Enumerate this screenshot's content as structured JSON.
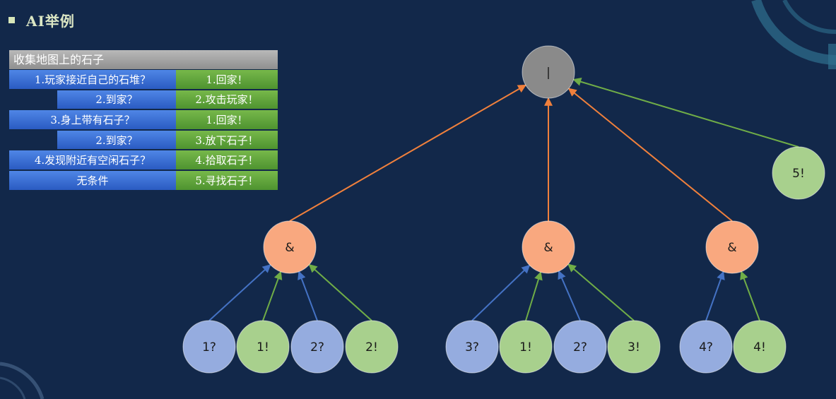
{
  "title": "AI举例",
  "rule_table": {
    "header": "收集地图上的石子",
    "rows": [
      {
        "condition": "1.玩家接近自己的石堆？",
        "action": "1.回家！",
        "indented": false
      },
      {
        "condition": "2.到家？",
        "action": "2.攻击玩家！",
        "indented": true
      },
      {
        "condition": "3.身上带有石子？",
        "action": "1.回家！",
        "indented": false
      },
      {
        "condition": "2.到家？",
        "action": "3.放下石子！",
        "indented": true
      },
      {
        "condition": "4.发现附近有空闲石子？",
        "action": "4.拾取石子！",
        "indented": false
      },
      {
        "condition": "无条件",
        "action": "5.寻找石子！",
        "indented": false
      }
    ]
  },
  "tree": {
    "root": {
      "label": "|",
      "color": "#8a8a8a"
    },
    "and_nodes": [
      {
        "label": "&",
        "children": [
          {
            "label": "1?",
            "kind": "condition"
          },
          {
            "label": "1!",
            "kind": "action"
          },
          {
            "label": "2?",
            "kind": "condition"
          },
          {
            "label": "2!",
            "kind": "action"
          }
        ]
      },
      {
        "label": "&",
        "children": [
          {
            "label": "3?",
            "kind": "condition"
          },
          {
            "label": "1!",
            "kind": "action"
          },
          {
            "label": "2?",
            "kind": "condition"
          },
          {
            "label": "3!",
            "kind": "action"
          }
        ]
      },
      {
        "label": "&",
        "children": [
          {
            "label": "4?",
            "kind": "condition"
          },
          {
            "label": "4!",
            "kind": "action"
          }
        ]
      }
    ],
    "direct_action": {
      "label": "5!",
      "kind": "action"
    },
    "colors": {
      "condition": "#95acdf",
      "action": "#a8d08d",
      "and_node": "#f9a87f",
      "edge_and": "#f0803c",
      "edge_action": "#70ad47",
      "edge_condition": "#4472c4"
    }
  }
}
